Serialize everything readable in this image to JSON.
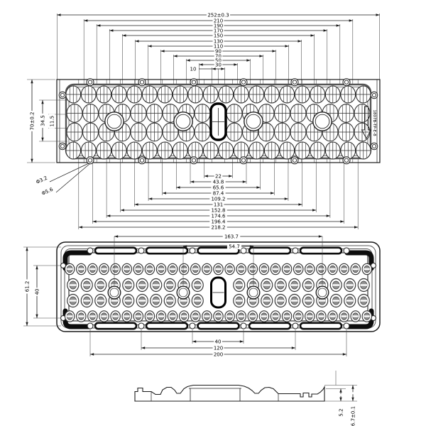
{
  "drawing": {
    "part_label": "1807B-TP-E-8",
    "front_view": {
      "top_dims": [
        {
          "label": "252±0.3",
          "mm": 252
        },
        {
          "label": "210",
          "mm": 210
        },
        {
          "label": "190",
          "mm": 190
        },
        {
          "label": "170",
          "mm": 170
        },
        {
          "label": "150",
          "mm": 150
        },
        {
          "label": "130",
          "mm": 130
        },
        {
          "label": "110",
          "mm": 110
        },
        {
          "label": "90",
          "mm": 90
        },
        {
          "label": "70",
          "mm": 70
        },
        {
          "label": "50",
          "mm": 50
        },
        {
          "label": "30",
          "mm": 30
        },
        {
          "label": "10",
          "mm": 10
        }
      ],
      "bottom_dims": [
        {
          "label": "22",
          "mm": 22
        },
        {
          "label": "43.8",
          "mm": 43.8
        },
        {
          "label": "65.6",
          "mm": 65.6
        },
        {
          "label": "87.4",
          "mm": 87.4
        },
        {
          "label": "109.2",
          "mm": 109.2
        },
        {
          "label": "131",
          "mm": 131
        },
        {
          "label": "152.8",
          "mm": 152.8
        },
        {
          "label": "174.6",
          "mm": 174.6
        },
        {
          "label": "196.4",
          "mm": 196.4
        },
        {
          "label": "218.2",
          "mm": 218.2
        }
      ],
      "left_dims": [
        {
          "label": "70±0.2"
        },
        {
          "label": "34.5"
        },
        {
          "label": "11.5"
        }
      ],
      "hole_callouts": [
        {
          "label": "Φ3.2"
        },
        {
          "label": "Φ5.6"
        }
      ]
    },
    "back_view": {
      "top_dims": [
        {
          "label": "163.7"
        },
        {
          "label": "54.7"
        }
      ],
      "left_dims": [
        {
          "label": "61.2"
        },
        {
          "label": "40"
        }
      ],
      "bottom_dims": [
        {
          "label": "40"
        },
        {
          "label": "120"
        },
        {
          "label": "200"
        }
      ]
    },
    "side_view": {
      "height_dims": [
        {
          "label": "6.7±0.1"
        },
        {
          "label": "5.2"
        }
      ]
    },
    "colors": {
      "line": "#1c1c1c",
      "thin": "#444444",
      "plate": "#555555",
      "lens_inner": "#8f8f8f",
      "bg": "#ffffff"
    }
  }
}
